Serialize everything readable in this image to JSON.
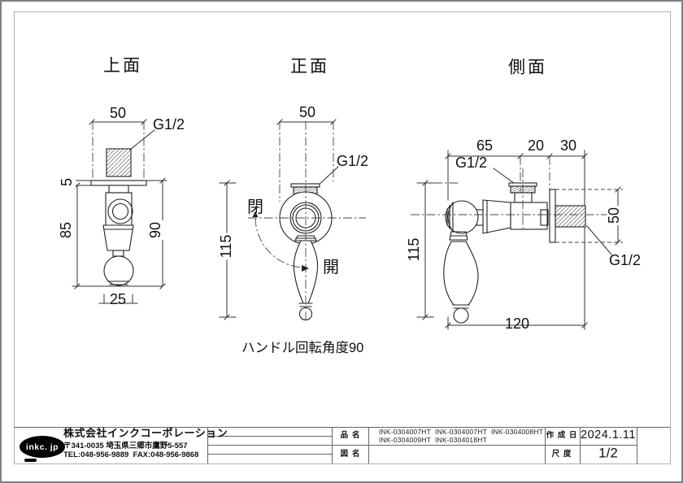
{
  "drawing": {
    "views": {
      "top": {
        "title": "上面",
        "dim_width": "50",
        "thread_label": "G1/2",
        "dim_flange": "5",
        "dim_body": "85",
        "dim_overall": "90",
        "dim_handle": "25"
      },
      "front": {
        "title": "正面",
        "dim_width": "50",
        "thread_label": "G1/2",
        "close_label": "閉",
        "open_label": "開",
        "dim_height": "115",
        "rotation_note": "ハンドル回転角度90"
      },
      "side": {
        "title": "側面",
        "dim_seg1": "65",
        "dim_seg2": "20",
        "dim_seg3": "30",
        "thread_label_top": "G1/2",
        "thread_label_bottom": "G1/2",
        "dim_height": "115",
        "dim_thread": "50",
        "dim_total": "120"
      }
    },
    "title_block": {
      "logo_text": "inkc. jp",
      "company_name": "株式会社インクコーポレーション",
      "address": "〒341-0035 埼玉県三郷市鷹野5-557",
      "tel_fax": "TEL:048-956-9889  FAX:048-956-9868",
      "part_name_label": "品 名",
      "part_numbers_line1": "INK-0304007HT  INK-0304007HT  INK-0304008HT",
      "part_numbers_line2": "INK-0304009HT  INK-0304018HT",
      "drawing_name_label": "図 名",
      "drawing_name_value": "",
      "date_label": "作 成 日",
      "date_value": "2024.1.11",
      "scale_label": "尺 度",
      "scale_value": "1/2"
    }
  }
}
